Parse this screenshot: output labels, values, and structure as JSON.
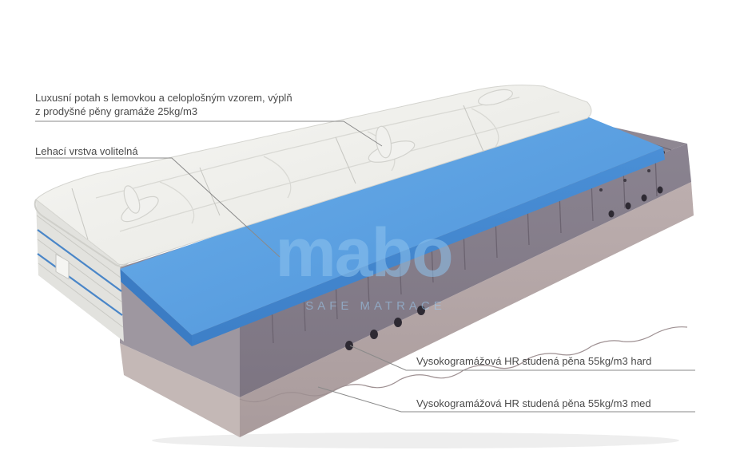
{
  "labels": {
    "cover_line1": "Luxusní potah s lemovkou a celoplošným vzorem, výplň",
    "cover_line2": "z prodyšné pěny gramáže 25kg/m3",
    "comfort_layer": "Lehací vrstva volitelná",
    "foam_hard": "Vysokogramážová HR studená pěna 55kg/m3 hard",
    "foam_med": "Vysokogramážová HR studená pěna 55kg/m3 med"
  },
  "watermark": {
    "brand": "mabo",
    "tagline": "SAFE MATRACE"
  },
  "colors": {
    "cover": "#f2f2ef",
    "comfort_layer": "#5b9fe0",
    "foam_hard": "#8e8690",
    "foam_med": "#b7aaab",
    "leader_line": "#8a8a8a",
    "text": "#4a4a4a"
  }
}
